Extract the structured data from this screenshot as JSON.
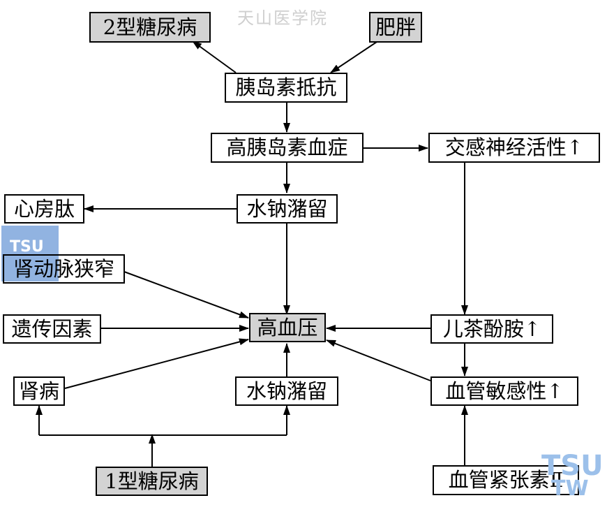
{
  "watermark": "天山医学院",
  "logo_text": "TSU",
  "logo_text_lower": "TW",
  "nodes": {
    "t2dm": "2型糖尿病",
    "obesity": "肥胖",
    "insulin_resistance": "胰岛素抵抗",
    "hyperinsulinemia": "高胰岛素血症",
    "sympathetic": "交感神经活性↑",
    "retention_top": "水钠潴留",
    "anp": "心房肽",
    "renal_stenosis": "肾动脉狭窄",
    "genetic": "遗传因素",
    "hypertension": "高血压",
    "catecholamine": "儿茶酚胺↑",
    "kidney_disease": "肾病",
    "retention_bottom": "水钠潴留",
    "vascular_sensitivity": "血管敏感性↑",
    "t1dm": "1型糖尿病",
    "angiotensin": "血管紧张素Ⅱ"
  }
}
